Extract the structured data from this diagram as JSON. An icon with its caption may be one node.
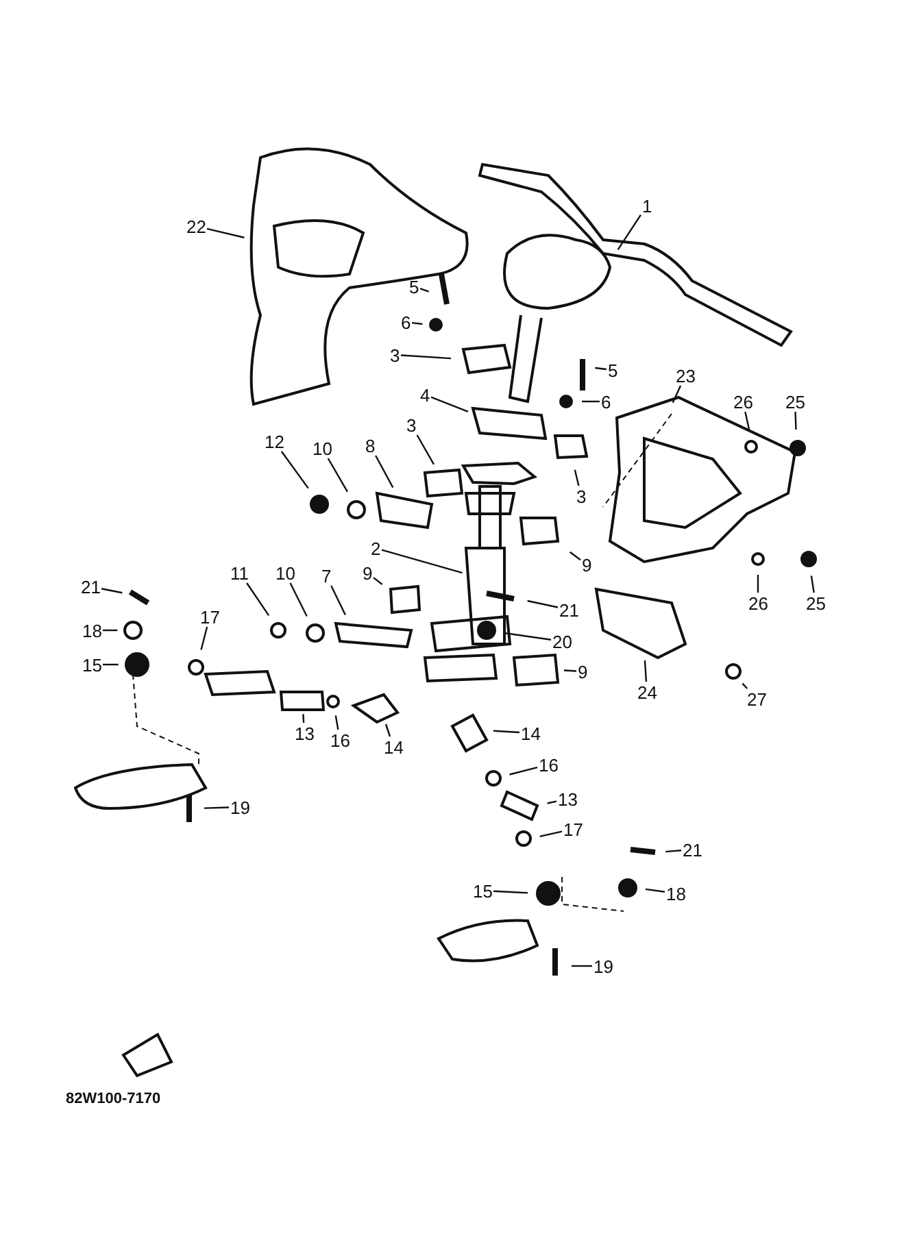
{
  "diagram": {
    "nodes": [
      {
        "text": [
          "1"
        ]
      },
      {
        "text": [
          "22"
        ]
      },
      {
        "text": [
          "5"
        ]
      },
      {
        "text": [
          "6"
        ]
      },
      {
        "text": [
          "3"
        ]
      },
      {
        "text": [
          "5"
        ]
      },
      {
        "text": [
          "6"
        ]
      },
      {
        "text": [
          "4"
        ]
      },
      {
        "text": [
          "3"
        ]
      },
      {
        "text": [
          "23"
        ]
      },
      {
        "text": [
          "26"
        ]
      },
      {
        "text": [
          "25"
        ]
      },
      {
        "text": [
          "12"
        ]
      },
      {
        "text": [
          "10"
        ]
      },
      {
        "text": [
          "8"
        ]
      },
      {
        "text": [
          "3"
        ]
      },
      {
        "text": [
          "9"
        ]
      },
      {
        "text": [
          "2"
        ]
      },
      {
        "text": [
          "9"
        ]
      },
      {
        "text": [
          "21"
        ]
      },
      {
        "text": [
          "11"
        ]
      },
      {
        "text": [
          "10"
        ]
      },
      {
        "text": [
          "7"
        ]
      },
      {
        "text": [
          "21"
        ]
      },
      {
        "text": [
          "20"
        ]
      },
      {
        "text": [
          "9"
        ]
      },
      {
        "text": [
          "18"
        ]
      },
      {
        "text": [
          "17"
        ]
      },
      {
        "text": [
          "15"
        ]
      },
      {
        "text": [
          "26"
        ]
      },
      {
        "text": [
          "25"
        ]
      },
      {
        "text": [
          "24"
        ]
      },
      {
        "text": [
          "27"
        ]
      },
      {
        "text": [
          "13"
        ]
      },
      {
        "text": [
          "16"
        ]
      },
      {
        "text": [
          "14"
        ]
      },
      {
        "text": [
          "14"
        ]
      },
      {
        "text": [
          "16"
        ]
      },
      {
        "text": [
          "13"
        ]
      },
      {
        "text": [
          "17"
        ]
      },
      {
        "text": [
          "21"
        ]
      },
      {
        "text": [
          "19"
        ]
      },
      {
        "text": [
          "15"
        ]
      },
      {
        "text": [
          "18"
        ]
      },
      {
        "text": [
          "19"
        ]
      }
    ],
    "edges": [
      {
        "from": 0,
        "to": null,
        "arrow": "none"
      },
      {
        "from": 1,
        "to": null,
        "arrow": "none"
      },
      {
        "from": 2,
        "to": null,
        "arrow": "none"
      },
      {
        "from": 3,
        "to": null,
        "arrow": "none"
      },
      {
        "from": 4,
        "to": null,
        "arrow": "none"
      },
      {
        "from": 5,
        "to": null,
        "arrow": "none"
      },
      {
        "from": 6,
        "to": null,
        "arrow": "none"
      },
      {
        "from": 7,
        "to": null,
        "arrow": "none"
      },
      {
        "from": 8,
        "to": null,
        "arrow": "none"
      },
      {
        "from": 9,
        "to": null,
        "arrow": "none"
      },
      {
        "from": 10,
        "to": null,
        "arrow": "none"
      },
      {
        "from": 11,
        "to": null,
        "arrow": "none"
      },
      {
        "from": 12,
        "to": null,
        "arrow": "none"
      },
      {
        "from": 13,
        "to": null,
        "arrow": "none"
      },
      {
        "from": 14,
        "to": null,
        "arrow": "none"
      },
      {
        "from": 15,
        "to": null,
        "arrow": "none"
      },
      {
        "from": 16,
        "to": null,
        "arrow": "none"
      },
      {
        "from": 17,
        "to": null,
        "arrow": "none"
      },
      {
        "from": 18,
        "to": null,
        "arrow": "none"
      },
      {
        "from": 19,
        "to": null,
        "arrow": "none"
      },
      {
        "from": 20,
        "to": null,
        "arrow": "none"
      },
      {
        "from": 21,
        "to": null,
        "arrow": "none"
      },
      {
        "from": 22,
        "to": null,
        "arrow": "none"
      },
      {
        "from": 23,
        "to": null,
        "arrow": "none"
      },
      {
        "from": 24,
        "to": null,
        "arrow": "none"
      },
      {
        "from": 25,
        "to": null,
        "arrow": "none"
      },
      {
        "from": 26,
        "to": null,
        "arrow": "none"
      },
      {
        "from": 27,
        "to": null,
        "arrow": "none"
      },
      {
        "from": 28,
        "to": null,
        "arrow": "none"
      },
      {
        "from": 29,
        "to": null,
        "arrow": "none"
      },
      {
        "from": 30,
        "to": null,
        "arrow": "none"
      },
      {
        "from": 31,
        "to": null,
        "arrow": "none"
      },
      {
        "from": 32,
        "to": null,
        "arrow": "none"
      },
      {
        "from": 33,
        "to": null,
        "arrow": "none"
      },
      {
        "from": 34,
        "to": null,
        "arrow": "none"
      },
      {
        "from": 35,
        "to": null,
        "arrow": "none"
      },
      {
        "from": 36,
        "to": null,
        "arrow": "none"
      },
      {
        "from": 37,
        "to": null,
        "arrow": "none"
      },
      {
        "from": 38,
        "to": null,
        "arrow": "none"
      },
      {
        "from": 39,
        "to": null,
        "arrow": "none"
      },
      {
        "from": 40,
        "to": null,
        "arrow": "none"
      },
      {
        "from": 41,
        "to": null,
        "arrow": "none"
      },
      {
        "from": 42,
        "to": null,
        "arrow": "none"
      },
      {
        "from": 43,
        "to": null,
        "arrow": "none"
      },
      {
        "from": 44,
        "to": null,
        "arrow": "none"
      }
    ],
    "labels": [
      "82W100-7170"
    ]
  }
}
